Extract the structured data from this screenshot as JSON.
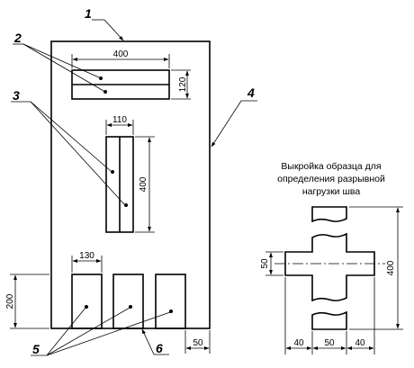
{
  "callouts": [
    "1",
    "2",
    "3",
    "4",
    "5",
    "6"
  ],
  "dimensions": {
    "strip_width": "400",
    "strip_height": "120",
    "vertical_strip_width": "110",
    "vertical_strip_height": "400",
    "bottom_sample_width": "130",
    "bottom_sample_height": "200",
    "edge_margin": "50",
    "pattern_arm_width": "50",
    "pattern_total_height": "400",
    "pattern_left": "40",
    "pattern_center": "50",
    "pattern_right": "40"
  },
  "caption": {
    "line1": "Выкройка образца для",
    "line2": "определения разрывной",
    "line3": "нагрузки шва"
  }
}
